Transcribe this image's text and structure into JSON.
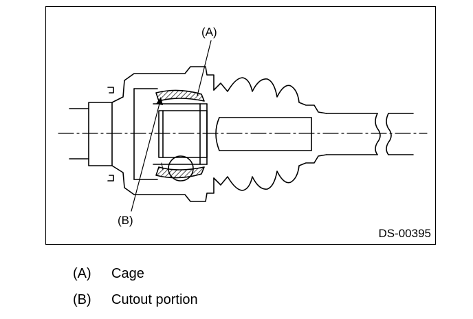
{
  "figure": {
    "id_label": "DS-00395",
    "callouts": {
      "a": "(A)",
      "b": "(B)"
    }
  },
  "legend": [
    {
      "key": "(A)",
      "text": "Cage"
    },
    {
      "key": "(B)",
      "text": "Cutout portion"
    }
  ]
}
